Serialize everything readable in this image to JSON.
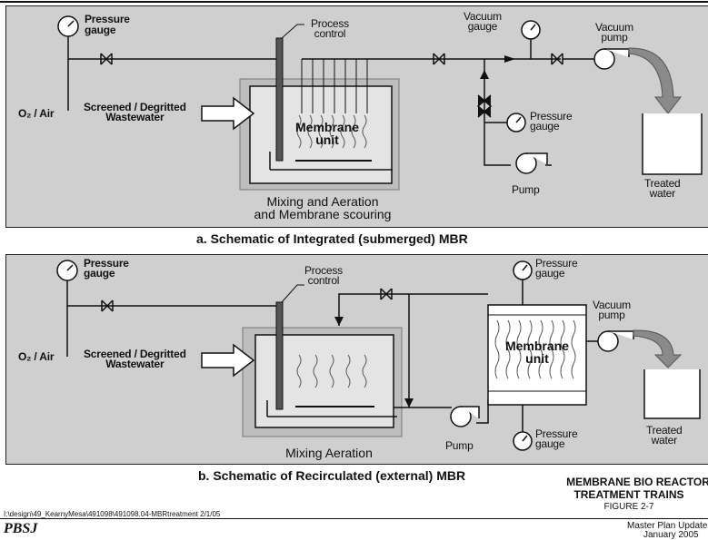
{
  "schematic_a": {
    "labels": {
      "pressure_gauge_top": "Pressure\ngauge",
      "o2_air": "O₂ / Air",
      "screened_wastewater": "Screened / Degritted\nWastewater",
      "process_control": "Process\ncontrol",
      "membrane_unit": "Membrane\nunit",
      "mixing_aeration": "Mixing and Aeration\nand Membrane scouring",
      "vacuum_gauge": "Vacuum\ngauge",
      "vacuum_pump": "Vacuum\npump",
      "pressure_gauge_mid": "Pressure\ngauge",
      "pump": "Pump",
      "treated_water": "Treated\nwater"
    },
    "caption": "a. Schematic of Integrated (submerged) MBR"
  },
  "schematic_b": {
    "labels": {
      "pressure_gauge_top": "Pressure\ngauge",
      "o2_air": "O₂ / Air",
      "screened_wastewater": "Screened / Degritted\nWastewater",
      "process_control": "Process\ncontrol",
      "mixing_aeration": "Mixing  Aeration",
      "pressure_gauge_right_top": "Pressure\ngauge",
      "membrane_unit": "Membrane\nunit",
      "vacuum_pump": "Vacuum\npump",
      "treated_water": "Treated\nwater",
      "pump": "Pump",
      "pressure_gauge_right_bottom": "Pressure\ngauge"
    },
    "caption": "b. Schematic of Recirculated (external) MBR"
  },
  "footer": {
    "title_line1": "MEMBRANE BIO REACTOR",
    "title_line2": "TREATMENT TRAINS",
    "figure": "FIGURE 2-7",
    "file_path": "I:\\design\\49_KearnyMesa\\491098\\491098.04-MBRtreatment   2/1/05",
    "logo": "PBSJ",
    "plan": "Master Plan Update",
    "date": "January 2005"
  },
  "colors": {
    "panel": "#cfcfcf",
    "ink": "#111111",
    "tank": "#bdbdbd",
    "arrow": "#8a8a8a"
  }
}
